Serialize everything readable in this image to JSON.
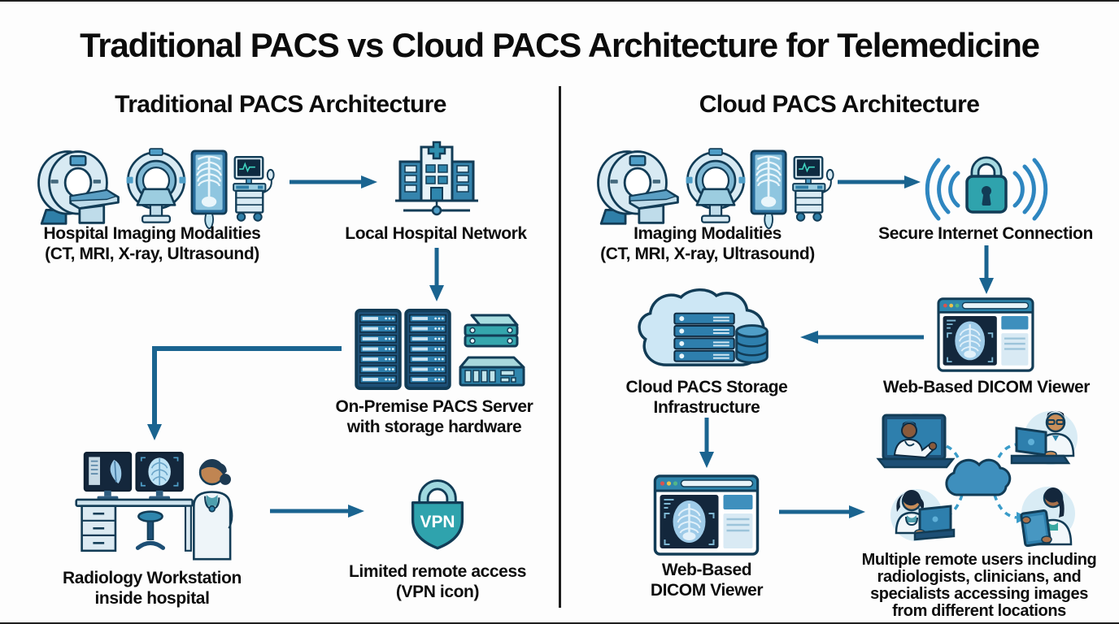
{
  "title": "Traditional PACS vs Cloud PACS Architecture for Telemedicine",
  "left": {
    "heading": "Traditional PACS Architecture",
    "modalities_line1": "Hospital Imaging Modalities",
    "modalities_line2": "(CT, MRI, X-ray, Ultrasound)",
    "network_label": "Local Hospital Network",
    "server_line1": "On-Premise PACS Server",
    "server_line2": "with storage hardware",
    "workstation_line1": "Radiology Workstation",
    "workstation_line2": "inside hospital",
    "vpn_badge": "VPN",
    "vpn_line1": "Limited remote access",
    "vpn_line2": "(VPN icon)"
  },
  "right": {
    "heading": "Cloud PACS Architecture",
    "modalities_line1": "Imaging Modalities",
    "modalities_line2": "(CT, MRI, X-ray, Ultrasound)",
    "secure_label": "Secure Internet Connection",
    "viewer_top_label": "Web-Based DICOM Viewer",
    "cloud_line1": "Cloud PACS Storage",
    "cloud_line2": "Infrastructure",
    "viewer_bottom_line1": "Web-Based",
    "viewer_bottom_line2": "DICOM Viewer",
    "users_line1": "Multiple remote users including",
    "users_line2": "radiologists, clinicians, and",
    "users_line3": "specialists accessing images",
    "users_line4": "from different locations"
  },
  "colors": {
    "arrow_blue": "#1a6490",
    "navy_outline": "#123c56",
    "teal": "#2fa3ad",
    "mid_blue": "#2e7fad",
    "light_blue": "#d8eaf3",
    "cloud_fill": "#cde7f5",
    "dashed_link": "#3a9cc9"
  }
}
